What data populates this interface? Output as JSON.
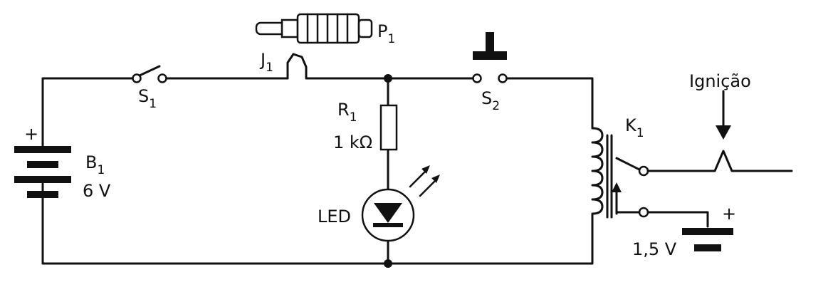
{
  "colors": {
    "ink": "#111111",
    "paper": "#ffffff"
  },
  "labels": {
    "battery_main": {
      "name": "B",
      "index": "1",
      "voltage": "6 V",
      "polarity": "+"
    },
    "switch_s1": {
      "name": "S",
      "index": "1"
    },
    "jack_j1": {
      "name": "J",
      "index": "1"
    },
    "plug_p1": {
      "name": "P",
      "index": "1"
    },
    "resistor_r1": {
      "name": "R",
      "index": "1",
      "value": "1 kΩ"
    },
    "led": {
      "name": "LED"
    },
    "pushbutton_s2": {
      "name": "S",
      "index": "2"
    },
    "relay_k1": {
      "name": "K",
      "index": "1"
    },
    "ignition": {
      "name": "Ignição"
    },
    "battery_aux": {
      "voltage": "1,5 V",
      "polarity": "+"
    }
  }
}
